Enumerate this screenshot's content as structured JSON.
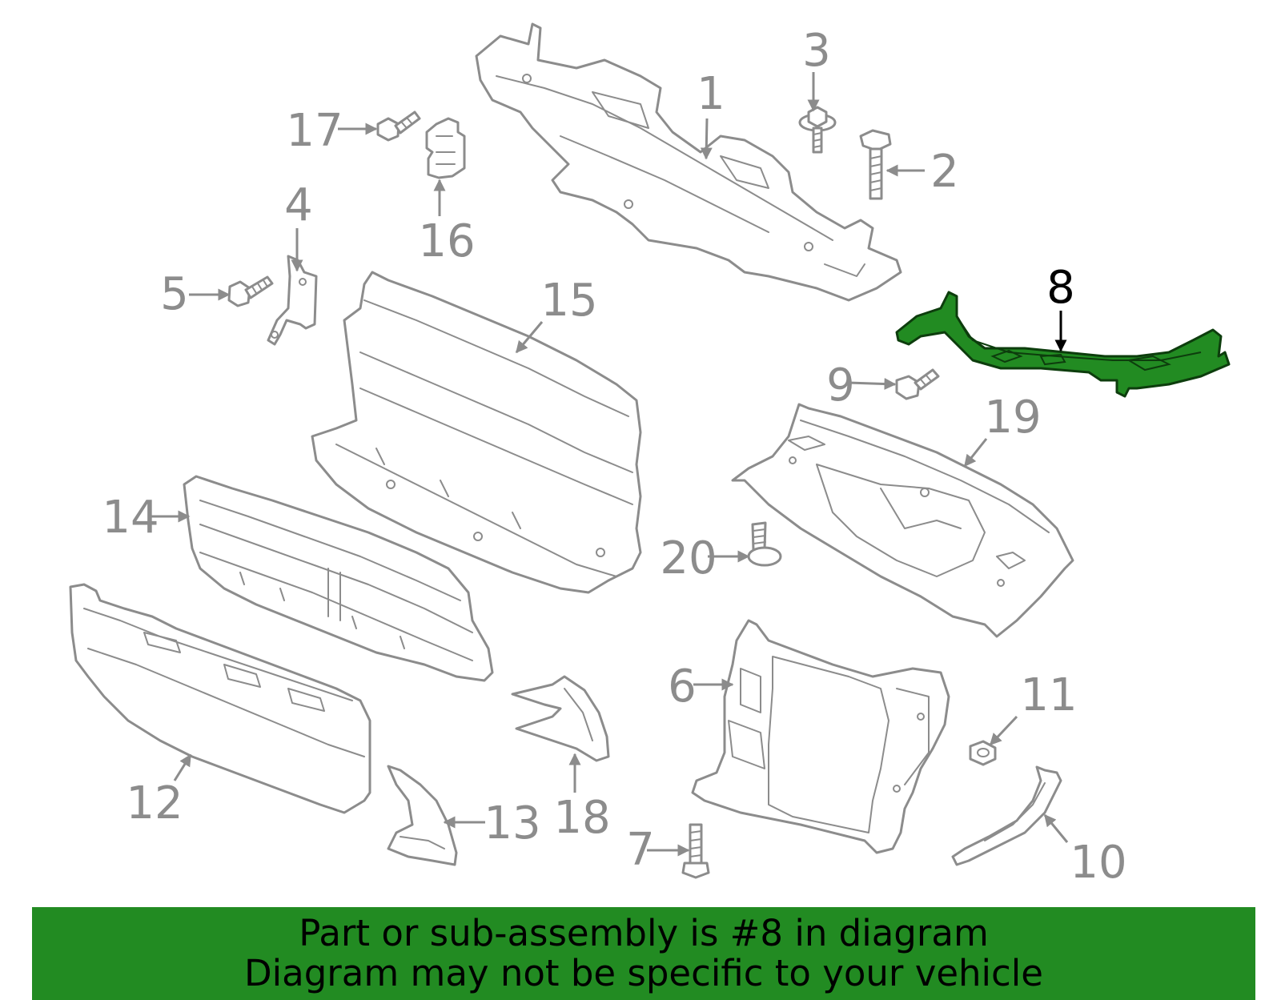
{
  "diagram": {
    "highlight_color": "#228b22",
    "line_color": "#8c8c8c",
    "highlighted_part": "8",
    "callouts": [
      "1",
      "2",
      "3",
      "4",
      "5",
      "6",
      "7",
      "8",
      "9",
      "10",
      "11",
      "12",
      "13",
      "14",
      "15",
      "16",
      "17",
      "18",
      "19",
      "20"
    ]
  },
  "banner": {
    "line1": "Part or sub-assembly is #8 in diagram",
    "line2": "Diagram may not be specific to your vehicle",
    "background": "#228b22"
  }
}
